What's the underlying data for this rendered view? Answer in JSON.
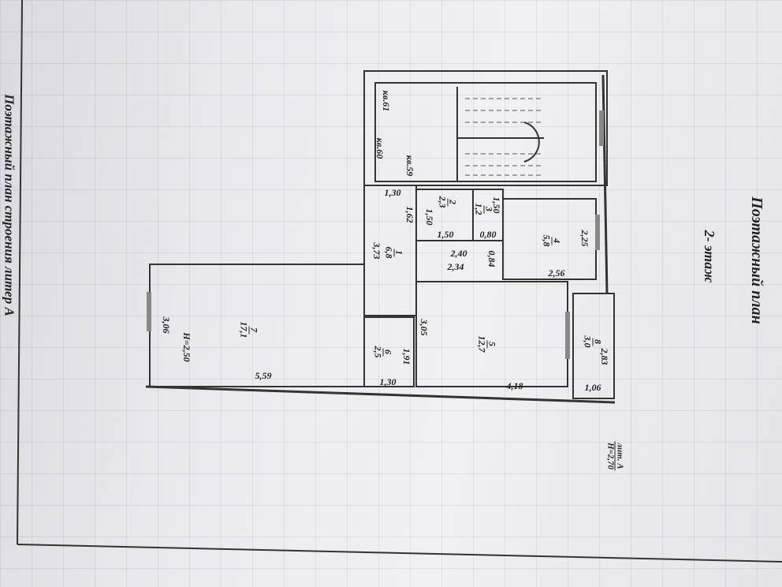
{
  "title": "Поэтажный план",
  "floor": "2- этаж",
  "building_caption": "Поэтажный план строения литер А",
  "lit": {
    "name": "лит. А",
    "height": "Н=2,70"
  },
  "neighbors": [
    "кв.61",
    "кв.60",
    "кв.59"
  ],
  "rooms": [
    {
      "num": "1",
      "area": "6,8"
    },
    {
      "num": "2",
      "area": "2,3"
    },
    {
      "num": "3",
      "area": "1,2"
    },
    {
      "num": "4",
      "area": "5,8"
    },
    {
      "num": "5",
      "area": "12,7"
    },
    {
      "num": "6",
      "area": "2,5"
    },
    {
      "num": "7",
      "area": "17,1"
    },
    {
      "num": "8",
      "area": "3,0"
    }
  ],
  "room7_height": "Н=2,50",
  "dimensions": [
    "1,30",
    "1,62",
    "3,73",
    "1,50",
    "1,50",
    "2,40",
    "2,34",
    "1,50",
    "0,80",
    "0,84",
    "2,25",
    "2,56",
    "3,06",
    "5,59",
    "1,30",
    "1,91",
    "3,05",
    "4,18",
    "2,83",
    "1,06"
  ]
}
